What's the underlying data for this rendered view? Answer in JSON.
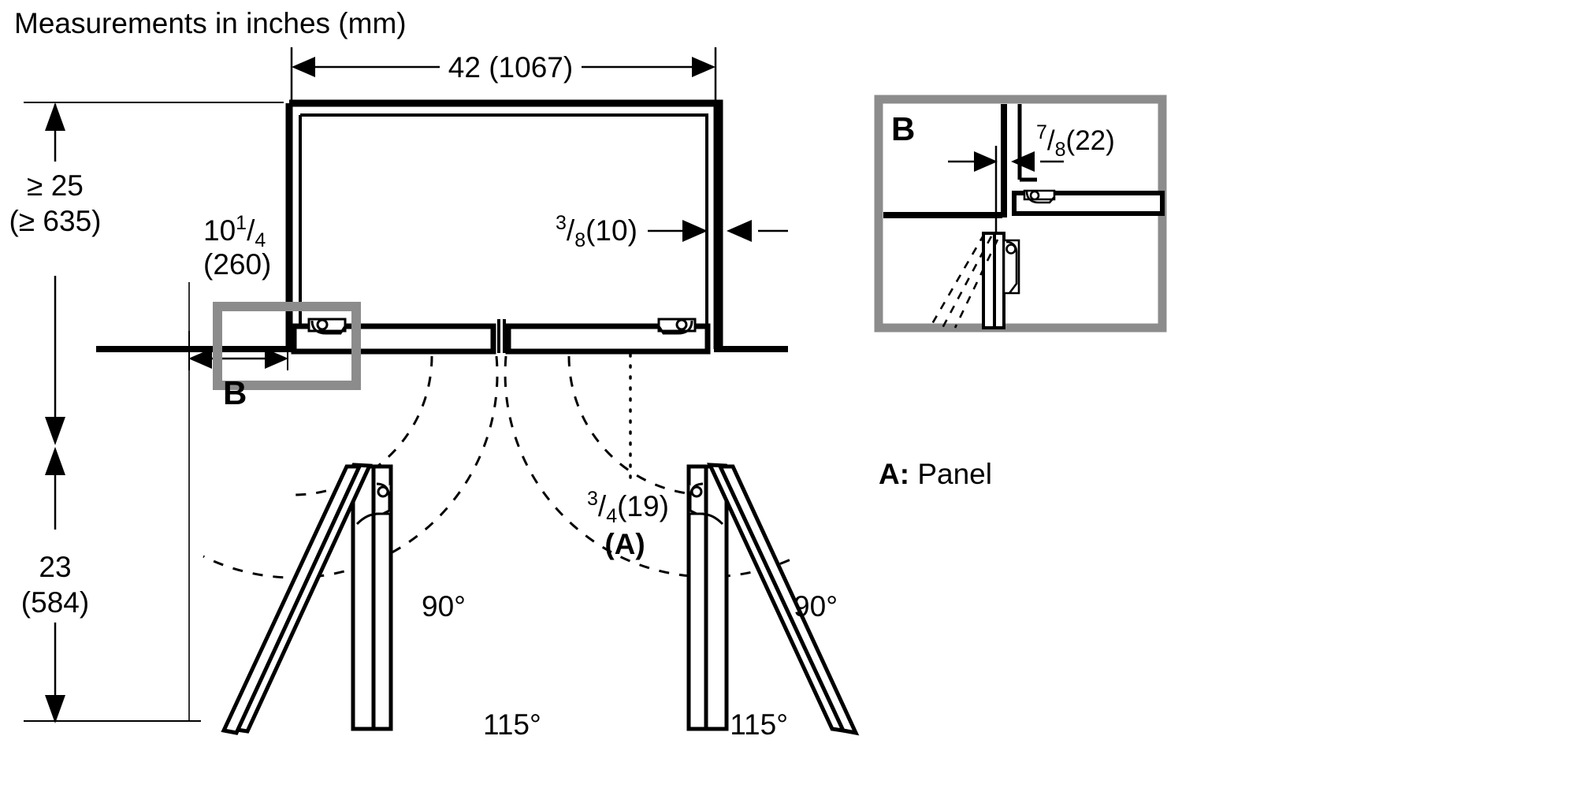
{
  "title": "Measurements in inches (mm)",
  "colors": {
    "line": "#000000",
    "callout_box": "#8c8c8c",
    "background": "#ffffff"
  },
  "dimensions": {
    "width_top": {
      "label": "42 (1067)",
      "value_in": "42",
      "value_mm": "1067",
      "orientation": "horizontal",
      "position": "top"
    },
    "height_above_counter": {
      "label": "≥ 25 (≥ 635)",
      "line1": "≥ 25",
      "line2": "(≥ 635)",
      "value_in": "≥ 25",
      "value_mm": "≥ 635",
      "orientation": "vertical",
      "position": "left-upper"
    },
    "height_below_counter": {
      "label": "23 (584)",
      "line1": "23",
      "line2": "(584)",
      "value_in": "23",
      "value_mm": "584",
      "orientation": "vertical",
      "position": "left-lower"
    },
    "side_clearance": {
      "label": "10 1/4 (260)",
      "whole": "10",
      "numerator": "1",
      "denominator": "4",
      "line2": "(260)",
      "value_mm": "260",
      "orientation": "horizontal",
      "position": "left-inner"
    },
    "right_gap": {
      "label": "3/8 (10)",
      "numerator": "3",
      "denominator": "8",
      "paren": "(10)",
      "value_mm": "10",
      "orientation": "horizontal",
      "position": "right-inner"
    },
    "panel_thickness": {
      "label": "3/4 (19)",
      "numerator": "3",
      "denominator": "4",
      "paren": "(19)",
      "value_mm": "19",
      "callout": "(A)"
    },
    "detail_gap": {
      "label": "7/8 (22)",
      "numerator": "7",
      "denominator": "8",
      "paren": "(22)",
      "value_mm": "22"
    }
  },
  "angles": {
    "left_90": "90°",
    "right_90": "90°",
    "left_115": "115°",
    "right_115": "115°"
  },
  "callouts": {
    "detail_b_main": "B",
    "detail_b_inset": "B"
  },
  "legend": {
    "key": "A:",
    "text": "Panel"
  }
}
